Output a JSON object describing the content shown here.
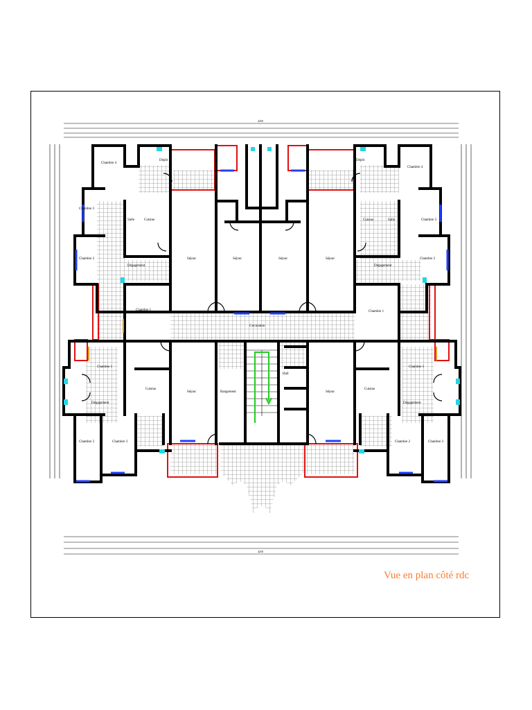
{
  "caption": "Vue en plan côté rdc",
  "colors": {
    "wall": "#000000",
    "window": "#1f3fff",
    "balcony": "#e01010",
    "tile": "#9a9a9a",
    "stair_arrow": "#22cc22",
    "glass": "#22d6e6",
    "door_frame": "#e89a20",
    "caption": "#ff7a2a"
  },
  "dimensions": {
    "overall": "4250",
    "top_mid": [
      "4250",
      "4250"
    ]
  },
  "rooms": [
    {
      "id": "r1",
      "label": "Chambre 4"
    },
    {
      "id": "r2",
      "label": "Chambre 3"
    },
    {
      "id": "r3",
      "label": "Chambre 2"
    },
    {
      "id": "r4",
      "label": "Chambre 1"
    },
    {
      "id": "r5",
      "label": "Cuisine"
    },
    {
      "id": "r6",
      "label": "Salle"
    },
    {
      "id": "r7",
      "label": "Séjour"
    },
    {
      "id": "r8",
      "label": "Séjour"
    },
    {
      "id": "r9",
      "label": "Séjour"
    },
    {
      "id": "r10",
      "label": "Séjour"
    },
    {
      "id": "r11",
      "label": "Dégagement"
    },
    {
      "id": "r12",
      "label": "Cuisine"
    },
    {
      "id": "r13",
      "label": "Salle"
    },
    {
      "id": "r14",
      "label": "Chambre 4"
    },
    {
      "id": "r15",
      "label": "Chambre 3"
    },
    {
      "id": "r16",
      "label": "Chambre 2"
    },
    {
      "id": "r17",
      "label": "Chambre 1"
    },
    {
      "id": "r18",
      "label": "Dégagement"
    },
    {
      "id": "r19",
      "label": "Séjour"
    },
    {
      "id": "r20",
      "label": "Séjour"
    },
    {
      "id": "r21",
      "label": "Cuisine"
    },
    {
      "id": "r22",
      "label": "Cuisine"
    },
    {
      "id": "r23",
      "label": "Chambre 1"
    },
    {
      "id": "r24",
      "label": "Chambre 1"
    },
    {
      "id": "r25",
      "label": "Chambre 2"
    },
    {
      "id": "r26",
      "label": "Chambre 3"
    },
    {
      "id": "r27",
      "label": "Chambre 2"
    },
    {
      "id": "r28",
      "label": "Chambre 3"
    },
    {
      "id": "r29",
      "label": "Dégagement"
    },
    {
      "id": "r30",
      "label": "Dégagement"
    },
    {
      "id": "r31",
      "label": "Rangement"
    },
    {
      "id": "r32",
      "label": "Circulation"
    },
    {
      "id": "r33",
      "label": "Dépôt"
    },
    {
      "id": "r34",
      "label": "Dépôt"
    },
    {
      "id": "r35",
      "label": "Hall"
    }
  ]
}
